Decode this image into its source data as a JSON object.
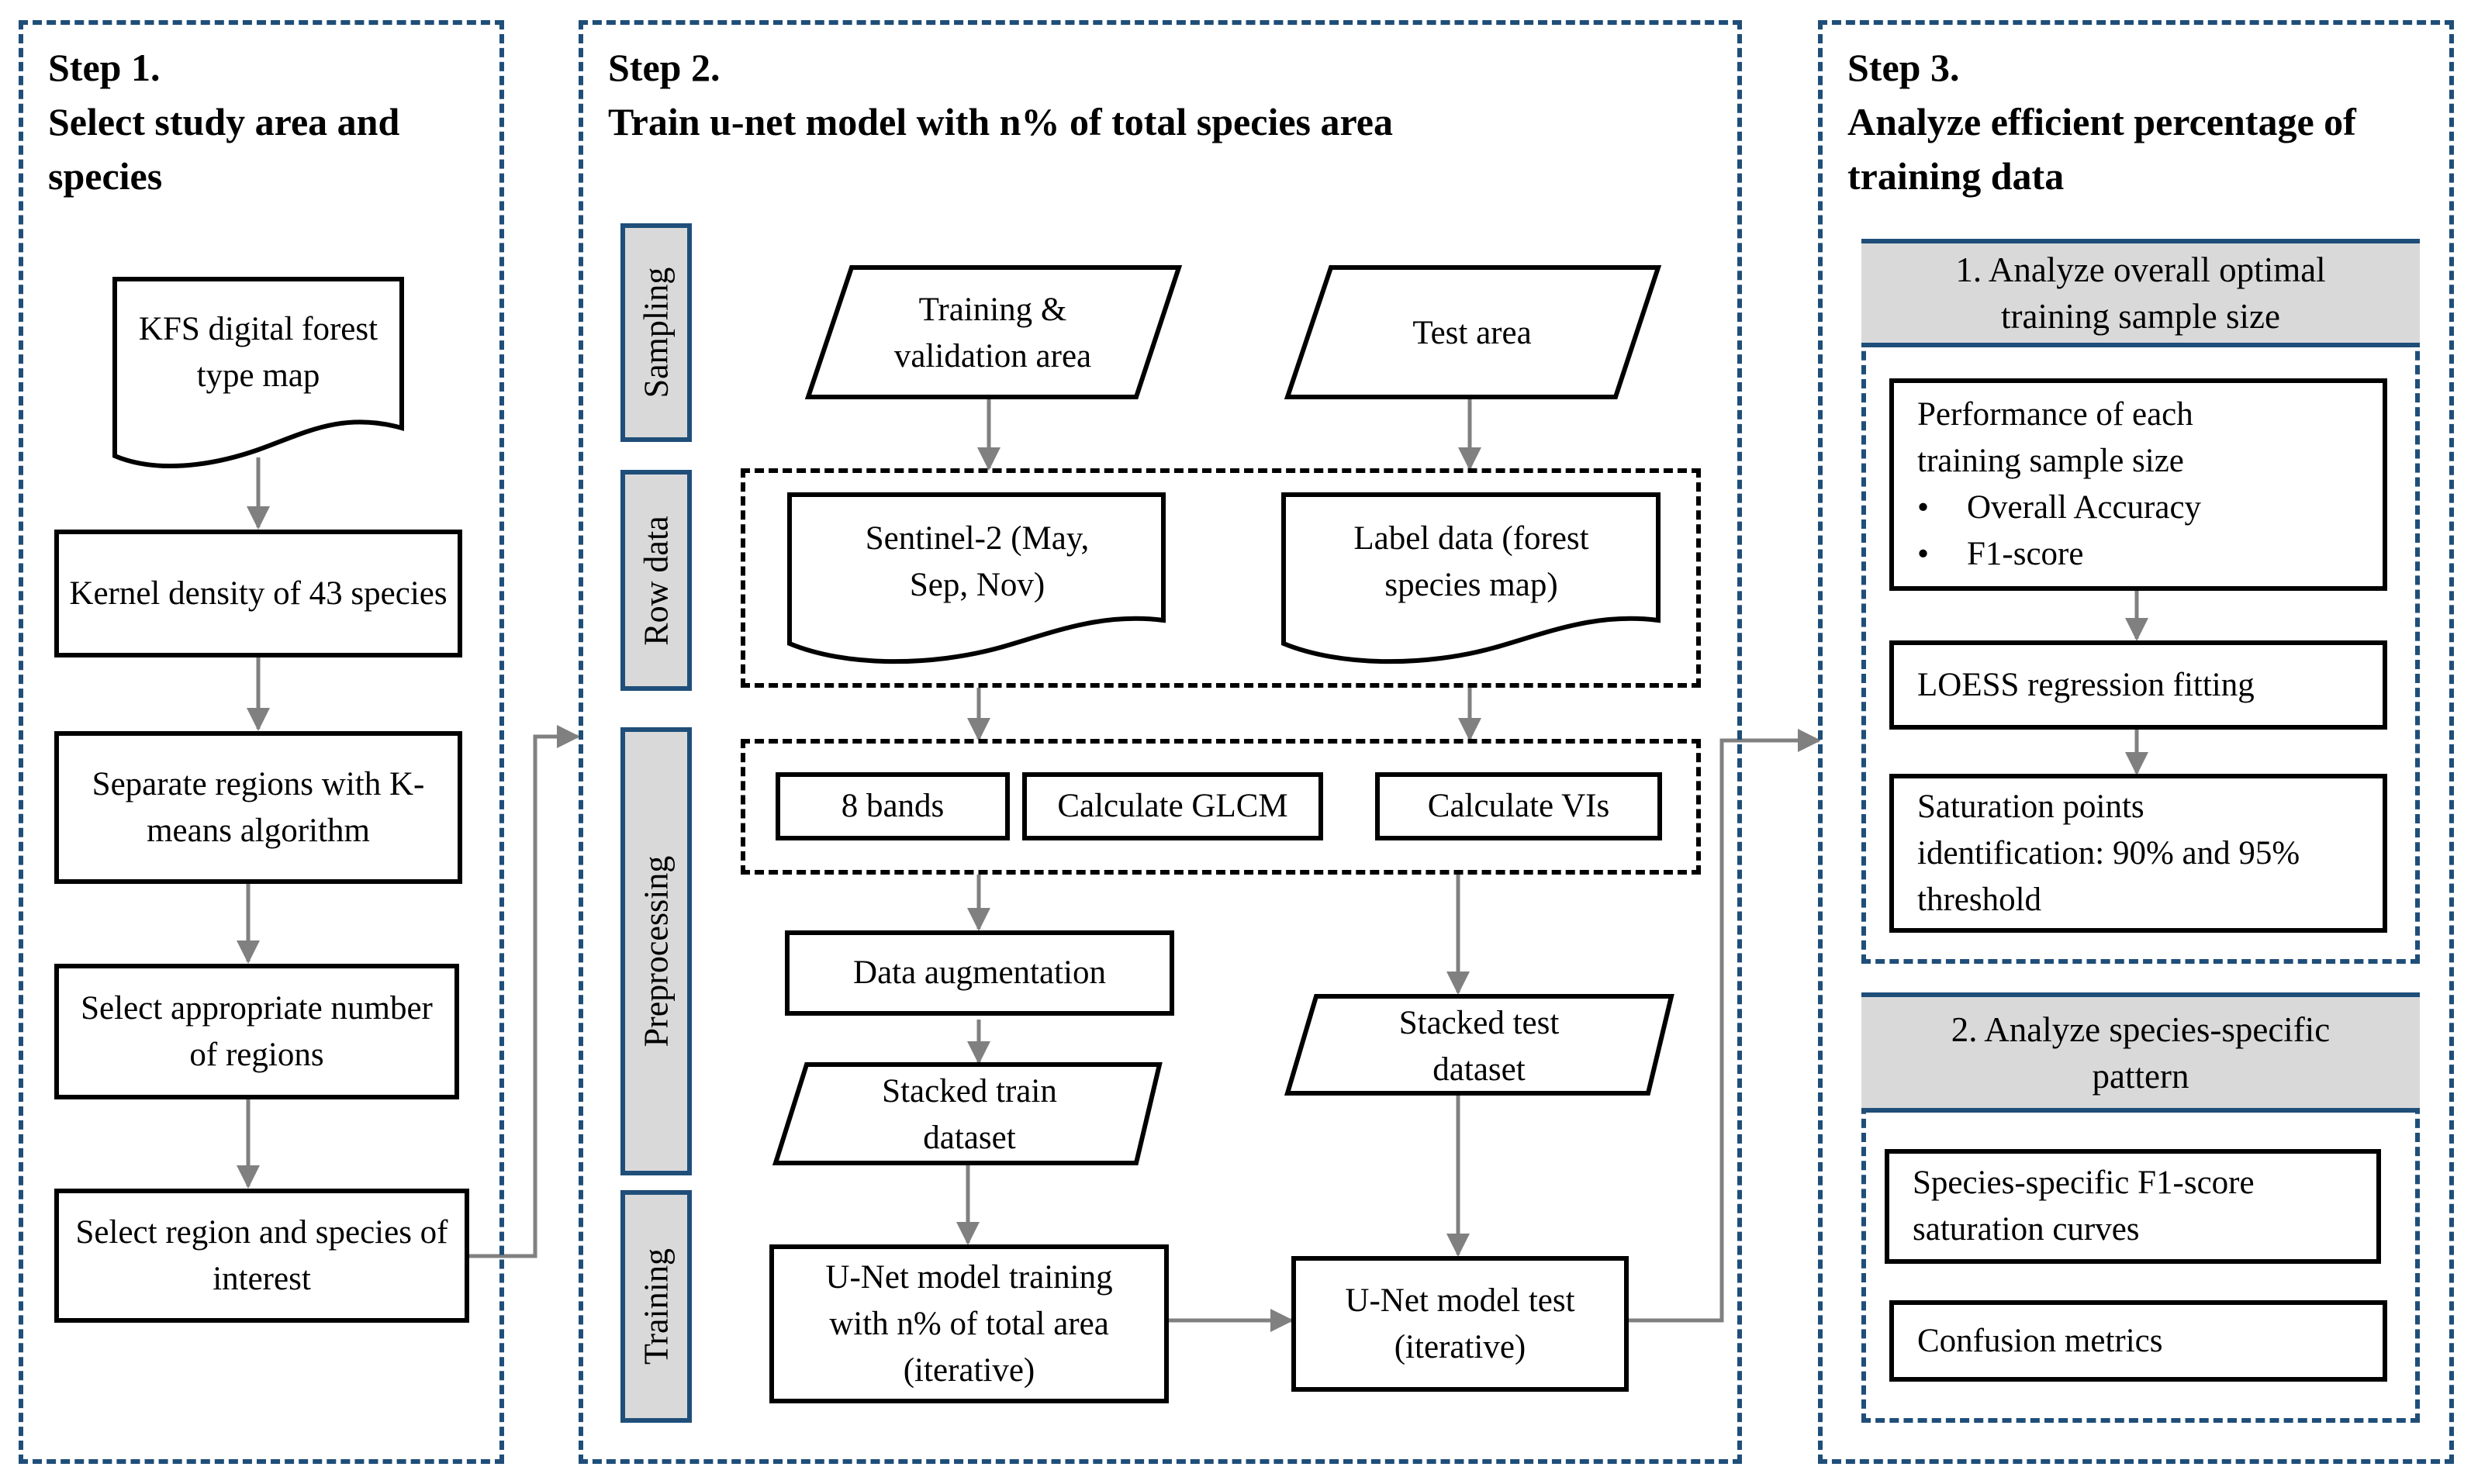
{
  "step1": {
    "heading": "Step 1.",
    "title": "Select study area and species",
    "doc": "KFS digital forest type map",
    "kernel": "Kernel density of 43 species",
    "separate": "Separate regions with K-means algorithm",
    "select_number": "Select appropriate number of regions",
    "select_region": "Select region and species of interest"
  },
  "step2": {
    "heading": "Step 2.",
    "title": "Train u-net model with n% of total species area",
    "stages": {
      "sampling": "Sampling",
      "row_data": "Row data",
      "preprocessing": "Preprocessing",
      "training": "Training"
    },
    "training_area": "Training & validation area",
    "test_area": "Test area",
    "sentinel": "Sentinel-2 (May, Sep, Nov)",
    "label_data": "Label data (forest species map)",
    "bands": "8 bands",
    "glcm": "Calculate GLCM",
    "vis": "Calculate VIs",
    "augmentation": "Data augmentation",
    "stacked_train": "Stacked train dataset",
    "stacked_test": "Stacked test dataset",
    "unet_train": "U-Net model training with n% of total area (iterative)",
    "unet_test": "U-Net model test (iterative)"
  },
  "step3": {
    "heading": "Step 3.",
    "title": "Analyze efficient percentage of training data",
    "section1": {
      "header": "1. Analyze overall optimal training sample size",
      "performance_title": "Performance of each training sample size",
      "metrics": [
        "Overall Accuracy",
        "F1-score"
      ],
      "loess": "LOESS regression fitting",
      "saturation": "Saturation points identification: 90% and 95% threshold"
    },
    "section2": {
      "header": "2. Analyze species-specific pattern",
      "curves": "Species-specific F1-score saturation curves",
      "confusion": "Confusion metrics"
    }
  },
  "colors": {
    "panel_border": "#1f4e79",
    "stage_fill": "#d9d9d9",
    "arrow": "#808080"
  }
}
